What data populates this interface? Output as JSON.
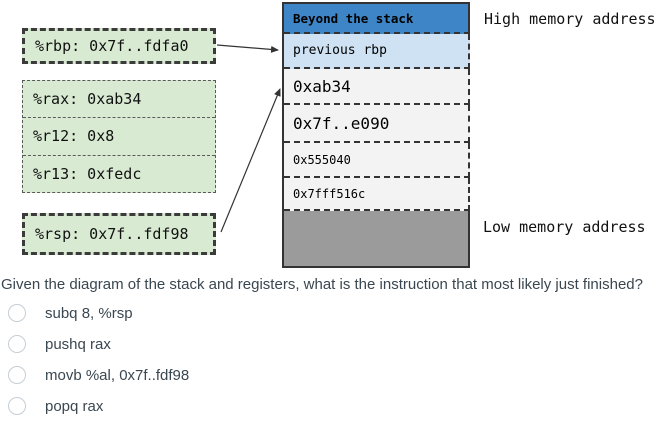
{
  "registers": {
    "rbp": "%rbp: 0x7f..fdfa0",
    "rax": "%rax: 0xab34",
    "r12": "%r12: 0x8",
    "r13": "%r13: 0xfedc",
    "rsp": "%rsp: 0x7f..fdf98"
  },
  "stack": {
    "header": "Beyond the stack",
    "cells": [
      "previous rbp",
      "0xab34",
      "0x7f..e090",
      "0x555040",
      "0x7fff516c"
    ]
  },
  "labels": {
    "high_memory": "High memory address",
    "low_memory": "Low memory address"
  },
  "question": {
    "text": "Given the diagram of the stack and registers, what is the instruction that most likely just finished?",
    "options": [
      "subq 8, %rsp",
      "pushq rax",
      "movb %al, 0x7f..fdf98",
      "popq rax"
    ]
  },
  "colors": {
    "register_fill": "#d9ead3",
    "stack_header_fill": "#3d85c6",
    "previous_rbp_fill": "#cfe2f3",
    "stack_cell_fill": "#f3f3f3",
    "unused_stack_fill": "#9b9b9b",
    "border_dark": "#333333",
    "text_dark": "#3a4750"
  }
}
